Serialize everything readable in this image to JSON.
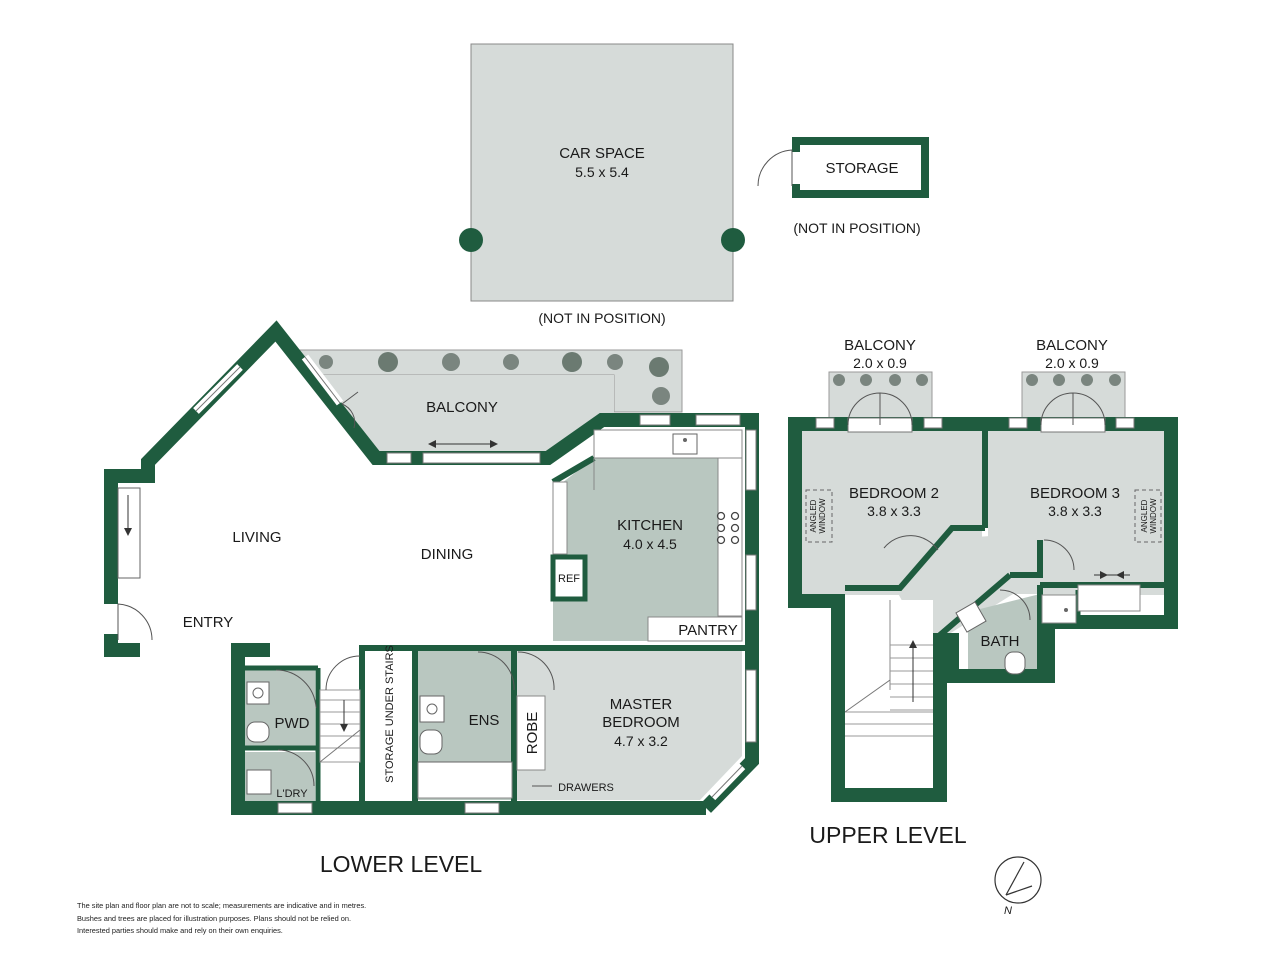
{
  "colors": {
    "wall": "#1f5c3f",
    "room_fill": "#d6dbd9",
    "wet_fill": "#b9c7c0",
    "line": "#555555",
    "text": "#1a1a1a"
  },
  "car_space": {
    "name": "CAR SPACE",
    "dims": "5.5 x 5.4",
    "note": "(NOT IN POSITION)"
  },
  "storage": {
    "name": "STORAGE",
    "note": "(NOT IN POSITION)"
  },
  "lower": {
    "title": "LOWER LEVEL",
    "balcony": "BALCONY",
    "living": "LIVING",
    "dining": "DINING",
    "entry": "ENTRY",
    "kitchen": {
      "name": "KITCHEN",
      "dims": "4.0 x 4.5"
    },
    "ref": "REF",
    "pantry": "PANTRY",
    "pwd": "PWD",
    "ldry": "L'DRY",
    "storage_under_stairs": "STORAGE UNDER STAIRS",
    "ens": "ENS",
    "robe": "ROBE",
    "master": {
      "line1": "MASTER",
      "line2": "BEDROOM",
      "dims": "4.7 x 3.2"
    },
    "drawers": "DRAWERS"
  },
  "upper": {
    "title": "UPPER LEVEL",
    "balcony_left": {
      "name": "BALCONY",
      "dims": "2.0 x 0.9"
    },
    "balcony_right": {
      "name": "BALCONY",
      "dims": "2.0 x 0.9"
    },
    "bedroom2": {
      "name": "BEDROOM 2",
      "dims": "3.8 x 3.3"
    },
    "bedroom3": {
      "name": "BEDROOM 3",
      "dims": "3.8 x 3.3"
    },
    "angled_window_1": "ANGLED",
    "angled_window_2": "WINDOW",
    "bath": "BATH"
  },
  "compass": {
    "label": "N",
    "icon": "north-arrow-icon"
  },
  "disclaimer": {
    "line1": "The site plan and floor plan are not to scale; measurements are indicative and in metres.",
    "line2": "Bushes and trees are placed for illustration purposes. Plans should not be relied on.",
    "line3": "Interested parties should make and rely on their own enquiries."
  }
}
